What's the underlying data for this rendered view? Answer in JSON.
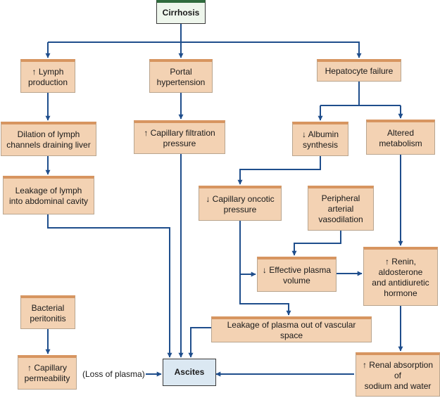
{
  "colors": {
    "arrow": "#1f4e8c",
    "box_fill": "#f3d2b3",
    "box_bar": "#d79560",
    "top_bar": "#2f6b3d",
    "end_fill": "#dbe8f2"
  },
  "nodes": {
    "cirrhosis": "Cirrhosis",
    "lymph_production": "↑ Lymph\nproduction",
    "portal_hypertension": "Portal\nhypertension",
    "hepatocyte_failure": "Hepatocyte failure",
    "dilation": "Dilation of lymph\nchannels draining liver",
    "capillary_filtration": "↑ Capillary filtration\npressure",
    "albumin": "↓ Albumin\nsynthesis",
    "altered_metabolism": "Altered\nmetabolism",
    "leakage_lymph": "Leakage of lymph\ninto abdominal cavity",
    "oncotic": "↓ Capillary oncotic\npressure",
    "vasodilation": "Peripheral\narterial\nvasodilation",
    "effective_volume": "↓ Effective plasma\nvolume",
    "renin": "↑ Renin,\naldosterone\nand antidiuretic\nhormone",
    "leakage_plasma": "Leakage of plasma out of vascular space",
    "peritonitis": "Bacterial\nperitonitis",
    "permeability": "↑ Capillary\npermeability",
    "renal": "↑ Renal absorption\nof\nsodium and water",
    "ascites": "Ascites"
  },
  "edge_labels": {
    "loss_of_plasma": "(Loss of plasma)"
  }
}
